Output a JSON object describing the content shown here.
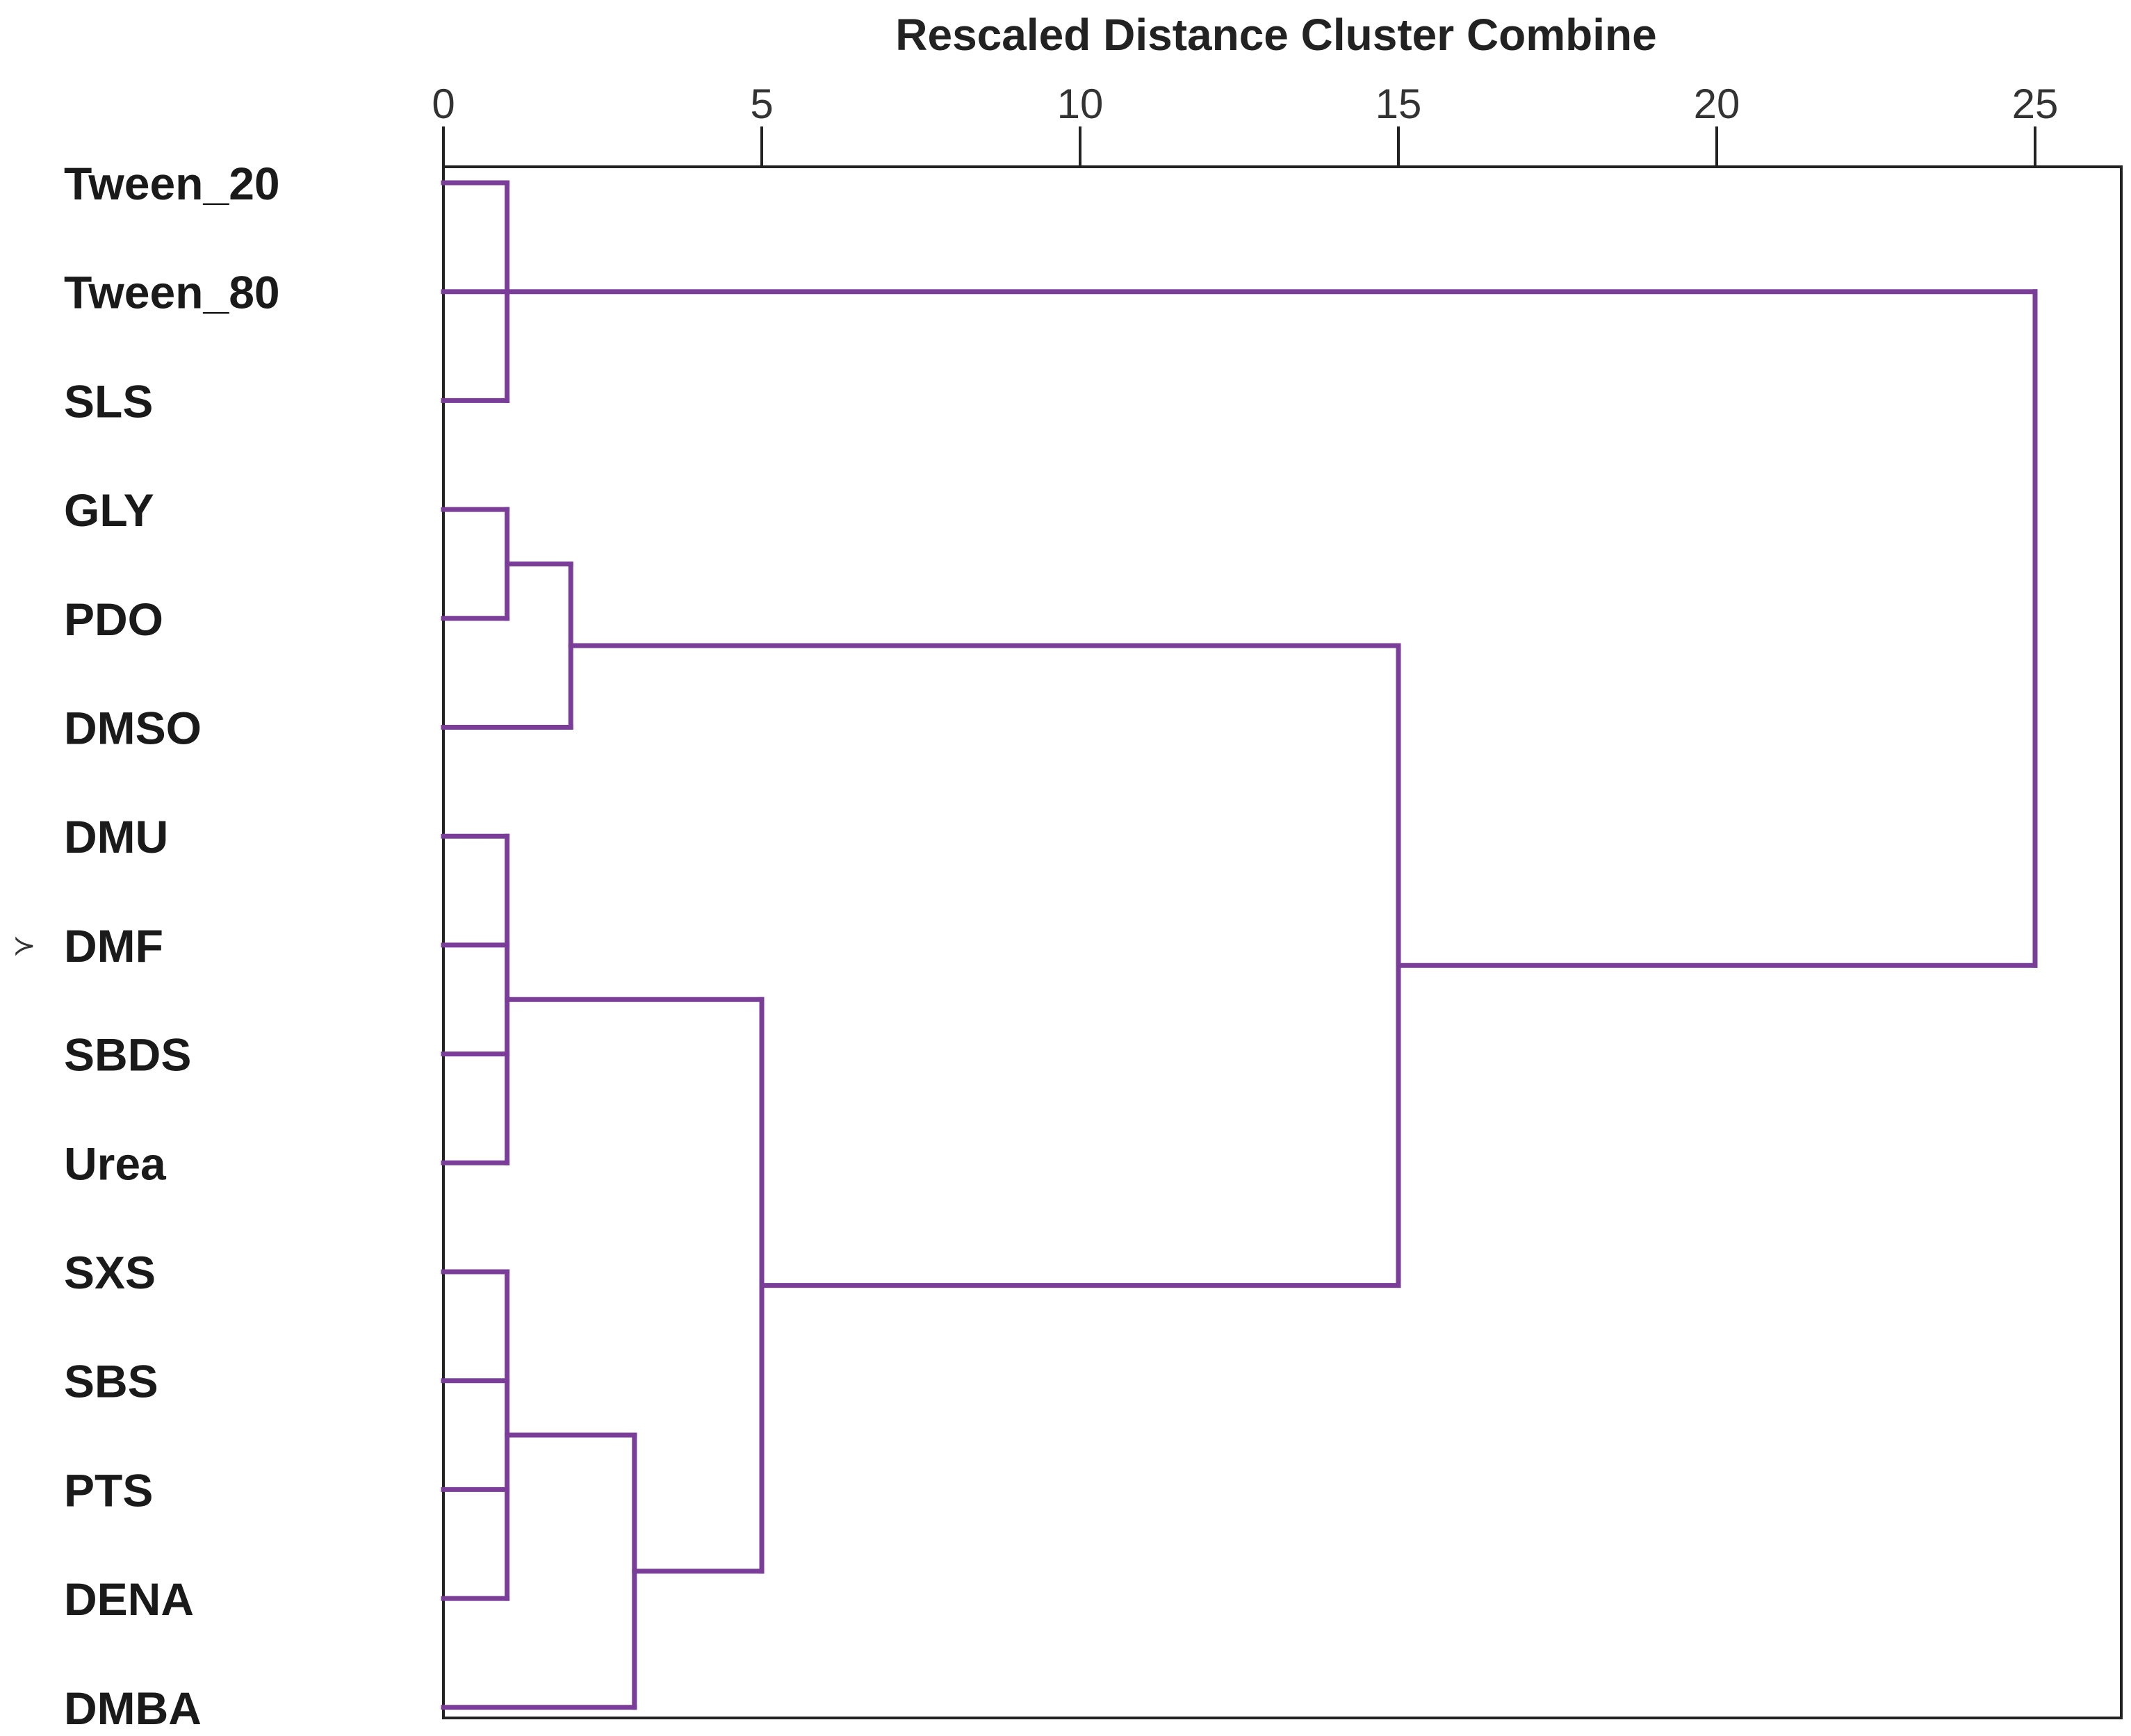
{
  "chart_data": {
    "type": "dendrogram",
    "title": "Rescaled Distance Cluster Combine",
    "xlim": [
      0,
      25
    ],
    "xticks": [
      "0",
      "5",
      "10",
      "15",
      "20",
      "25"
    ],
    "tick_values": [
      0,
      5,
      10,
      15,
      20,
      25
    ],
    "leaves": [
      "Tween_20",
      "Tween_80",
      "SLS",
      "GLY",
      "PDO",
      "DMSO",
      "DMU",
      "DMF",
      "SBDS",
      "Urea",
      "SXS",
      "SBS",
      "PTS",
      "DENA",
      "DMBA"
    ],
    "marked_leaf": "DMF",
    "marker_symbol": "≻",
    "merges": [
      {
        "members": [
          "Tween_20",
          "Tween_80",
          "SLS"
        ],
        "distance": 1
      },
      {
        "members": [
          "GLY",
          "PDO"
        ],
        "distance": 1
      },
      {
        "members": [
          "GLY+PDO",
          "DMSO"
        ],
        "distance": 2
      },
      {
        "members": [
          "DMU",
          "DMF",
          "SBDS",
          "Urea"
        ],
        "distance": 1
      },
      {
        "members": [
          "SXS",
          "SBS",
          "PTS",
          "DENA"
        ],
        "distance": 1
      },
      {
        "members": [
          "SXS-DENA",
          "DMBA"
        ],
        "distance": 3
      },
      {
        "members": [
          "DMU-Urea",
          "SXS-DMBA"
        ],
        "distance": 5
      },
      {
        "members": [
          "GLY-DMSO",
          "DMU-DMBA"
        ],
        "distance": 15
      },
      {
        "members": [
          "Tween_20-SLS",
          "GLY-DMBA"
        ],
        "distance": 25
      }
    ],
    "line_color": "#7a3d98",
    "frame_color": "#222222"
  }
}
